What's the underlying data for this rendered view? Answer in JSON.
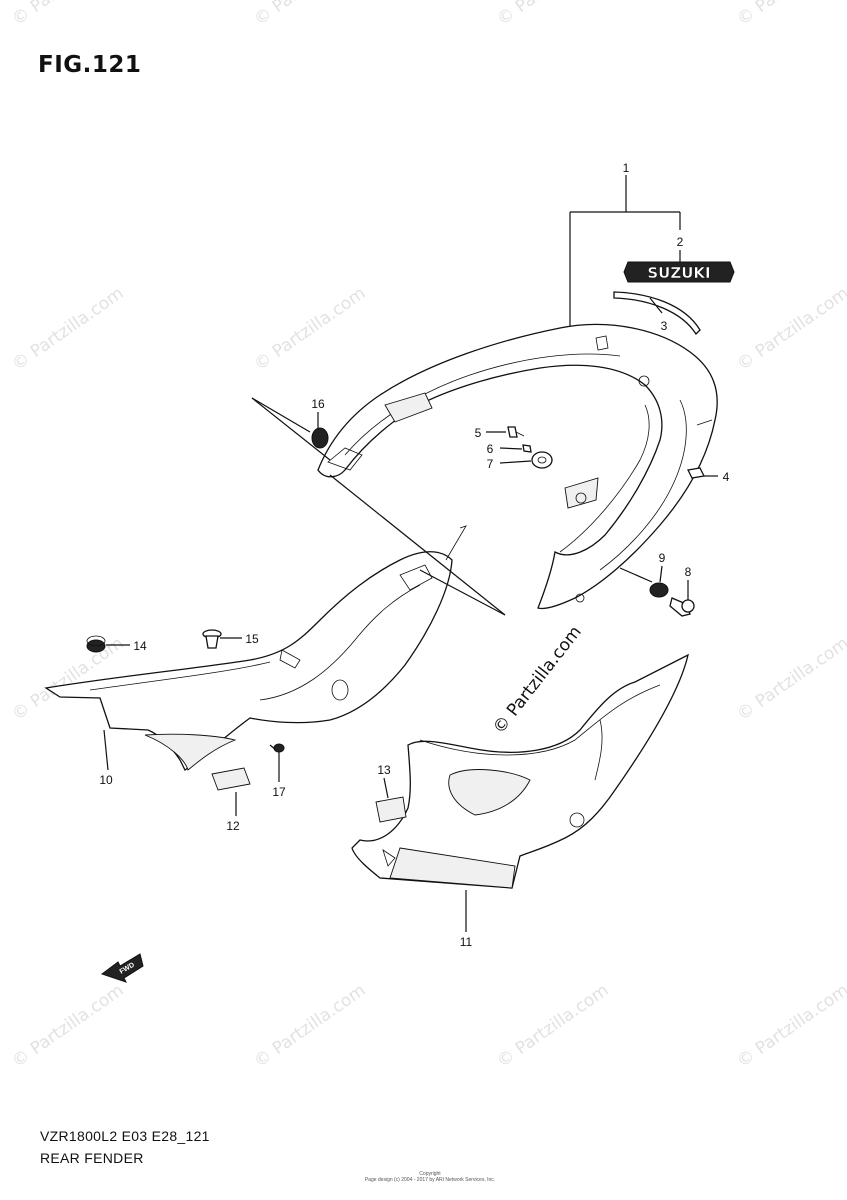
{
  "figure": {
    "title": "FIG.121",
    "model_code": "VZR1800L2 E03 E28_121",
    "section_name": "REAR FENDER"
  },
  "emblem_text": "SUZUKI",
  "fwd_label": "FWD",
  "watermark_text": "© Partzilla.com",
  "copyright": {
    "line1": "Copyright",
    "line2": "Page design (c) 2004 - 2017 by ARI Network Services, Inc."
  },
  "callouts": [
    {
      "id": "c1",
      "label": "1"
    },
    {
      "id": "c2",
      "label": "2"
    },
    {
      "id": "c3",
      "label": "3"
    },
    {
      "id": "c4",
      "label": "4"
    },
    {
      "id": "c5",
      "label": "5"
    },
    {
      "id": "c6",
      "label": "6"
    },
    {
      "id": "c7",
      "label": "7"
    },
    {
      "id": "c8",
      "label": "8"
    },
    {
      "id": "c9",
      "label": "9"
    },
    {
      "id": "c10",
      "label": "10"
    },
    {
      "id": "c11",
      "label": "11"
    },
    {
      "id": "c12",
      "label": "12"
    },
    {
      "id": "c13",
      "label": "13"
    },
    {
      "id": "c14",
      "label": "14"
    },
    {
      "id": "c15",
      "label": "15"
    },
    {
      "id": "c16",
      "label": "16"
    },
    {
      "id": "c17",
      "label": "17"
    }
  ]
}
